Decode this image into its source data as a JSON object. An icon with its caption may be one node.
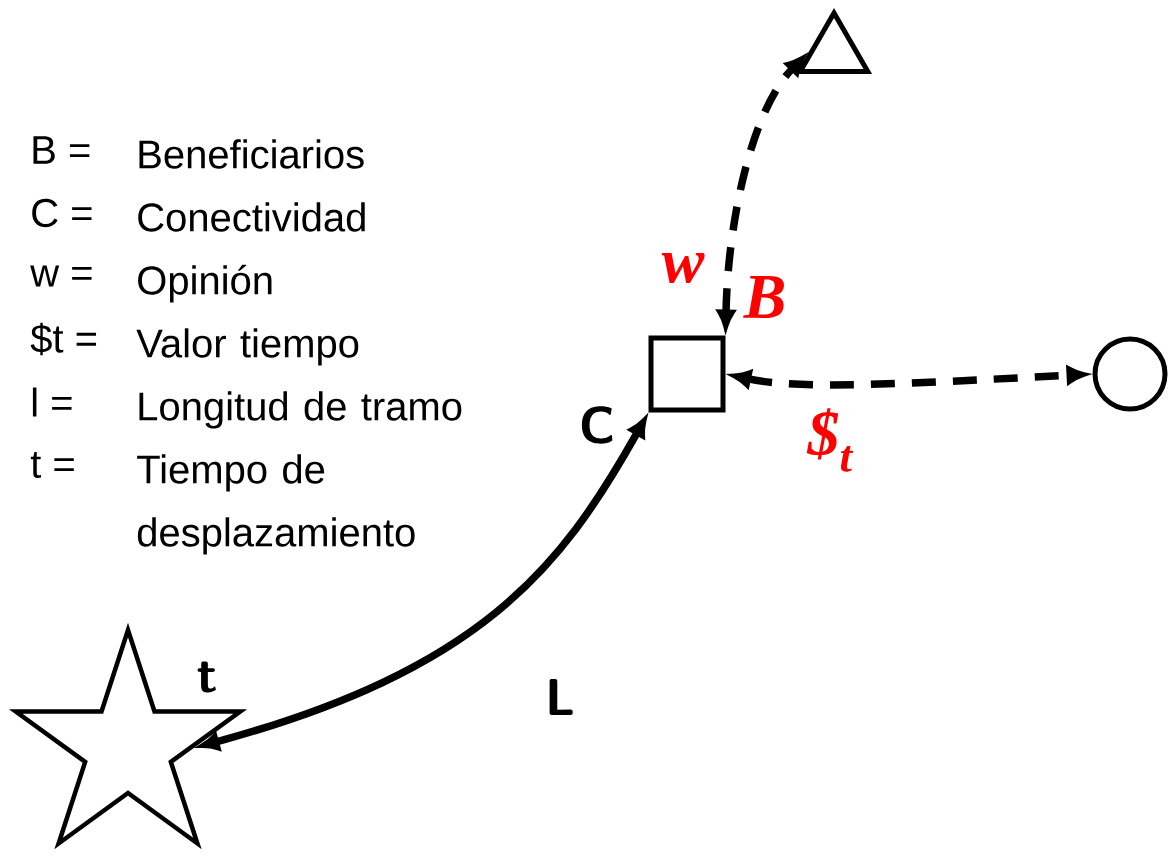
{
  "diagram": {
    "nodes": [
      {
        "text": [],
        "shape": "star",
        "beside": [
          "t"
        ]
      },
      {
        "text": [],
        "shape": "box",
        "beside": [
          "C",
          "B"
        ]
      },
      {
        "text": [],
        "shape": "triangle"
      },
      {
        "text": [],
        "shape": "circle"
      }
    ],
    "edges": [
      {
        "from": 1,
        "to": 2,
        "arrow": "both",
        "style": "dashed",
        "label": "w"
      },
      {
        "from": 1,
        "to": 3,
        "arrow": "both",
        "style": "dashed",
        "label": "$$_{t}$"
      },
      {
        "from": 1,
        "to": 0,
        "arrow": "both",
        "label": "L"
      }
    ],
    "labels": [
      "B =",
      "Beneficiarios",
      "C =",
      "Conectividad",
      "w =",
      "Opinión",
      "$t =",
      "Valor tiempo",
      "l =",
      "Longitud de tramo",
      "t =",
      "Tiempo de desplazamiento"
    ]
  }
}
